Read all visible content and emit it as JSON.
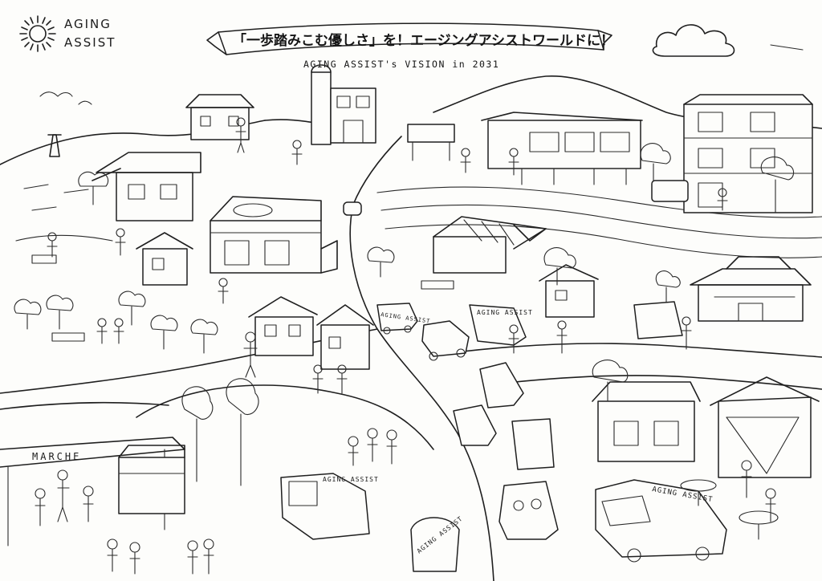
{
  "logo": {
    "line1": "AGING",
    "line2": "ASSIST"
  },
  "banner": {
    "title": "「一歩踏みこむ優しさ」を！エージングアシストワールドに！",
    "subtitle": "AGING ASSIST's VISION  in 2031"
  },
  "signs": {
    "bus_left": "AGING ASSIST",
    "van_right": "AGING ASSIST",
    "cart": "AGING ASSIST",
    "bottom_card": "AGING ASSIST",
    "market": "MARCHE"
  },
  "colors": {
    "ink": "#1f1f1f",
    "paper": "#fdfdfb"
  }
}
